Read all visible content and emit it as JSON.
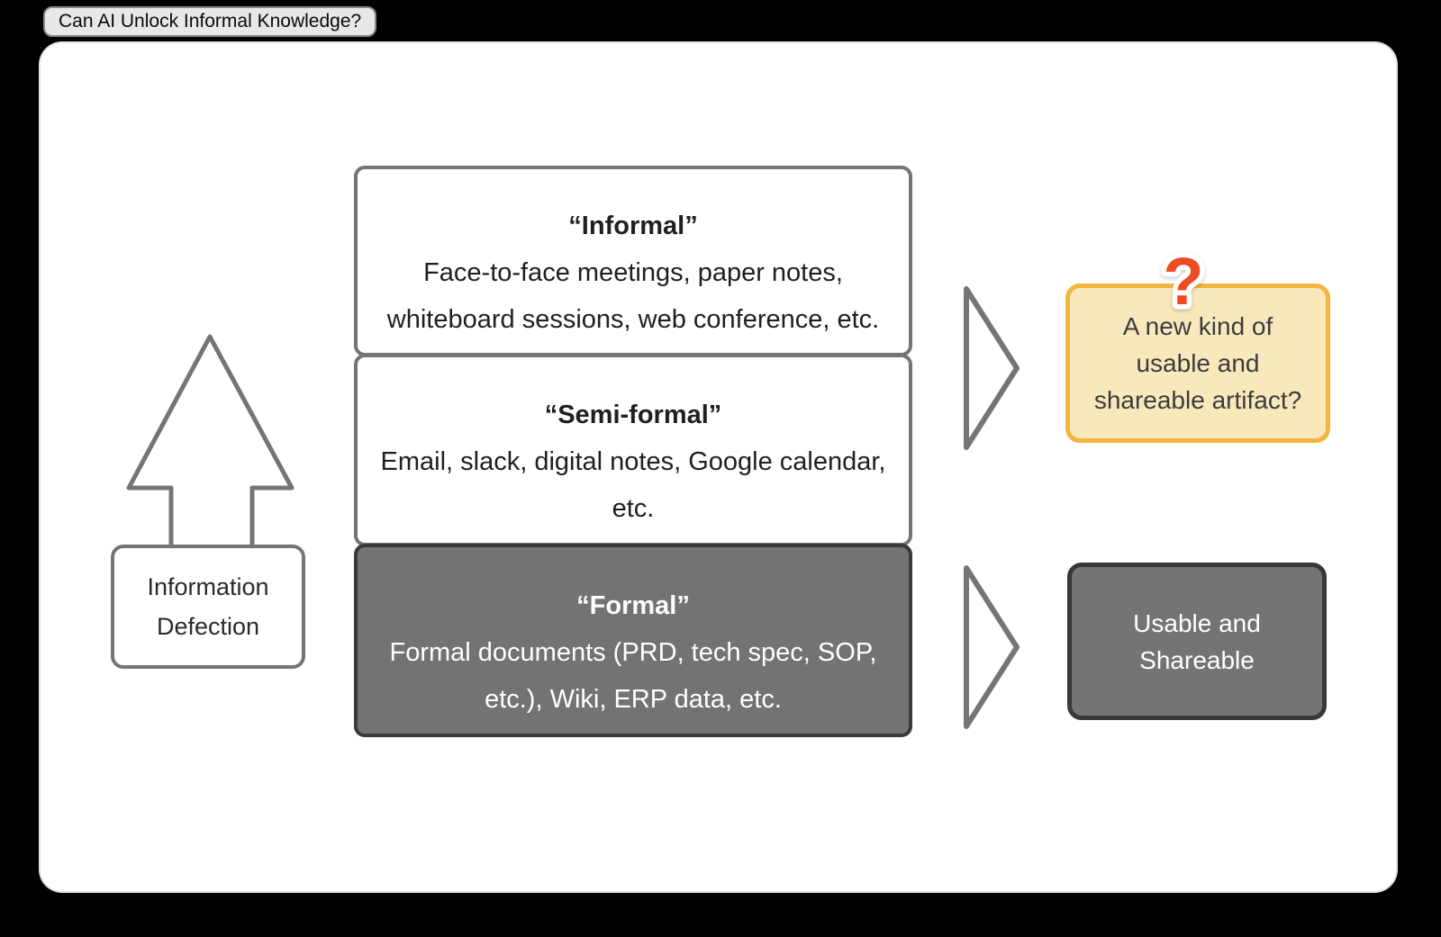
{
  "title_tab": {
    "label": "Can AI Unlock Informal Knowledge?"
  },
  "colors": {
    "background": "#000000",
    "canvas": "#ffffff",
    "outline_gray": "#757575",
    "dark_fill": "#737373",
    "dark_border": "#3a3a3a",
    "highlight_fill": "#fae8bd",
    "highlight_border": "#f3b53e",
    "question_mark": "#ee4a23",
    "text_dark": "#1f1f1f",
    "text_white": "#ffffff"
  },
  "diagram": {
    "levels": [
      {
        "title": "“Informal”",
        "lines": [
          "Face-to-face meetings, paper notes,",
          "whiteboard sessions, web conference, etc."
        ],
        "style": "light"
      },
      {
        "title": "“Semi-formal”",
        "lines": [
          "Email, slack, digital notes, Google calendar,",
          "etc."
        ],
        "style": "light"
      },
      {
        "title": "“Formal”",
        "lines": [
          "Formal documents (PRD, tech spec, SOP,",
          "etc.), Wiki, ERP data, etc."
        ],
        "style": "dark"
      }
    ],
    "axis_label": {
      "lines": [
        "Information",
        "Defection"
      ]
    },
    "question_icon": {
      "glyph": "?",
      "color": "#ee4a23"
    },
    "outcomes": [
      {
        "lines": [
          "A new kind of",
          "usable and",
          "shareable artifact?"
        ],
        "style": "highlight"
      },
      {
        "lines": [
          "Usable and",
          "Shareable"
        ],
        "style": "dark"
      }
    ]
  }
}
